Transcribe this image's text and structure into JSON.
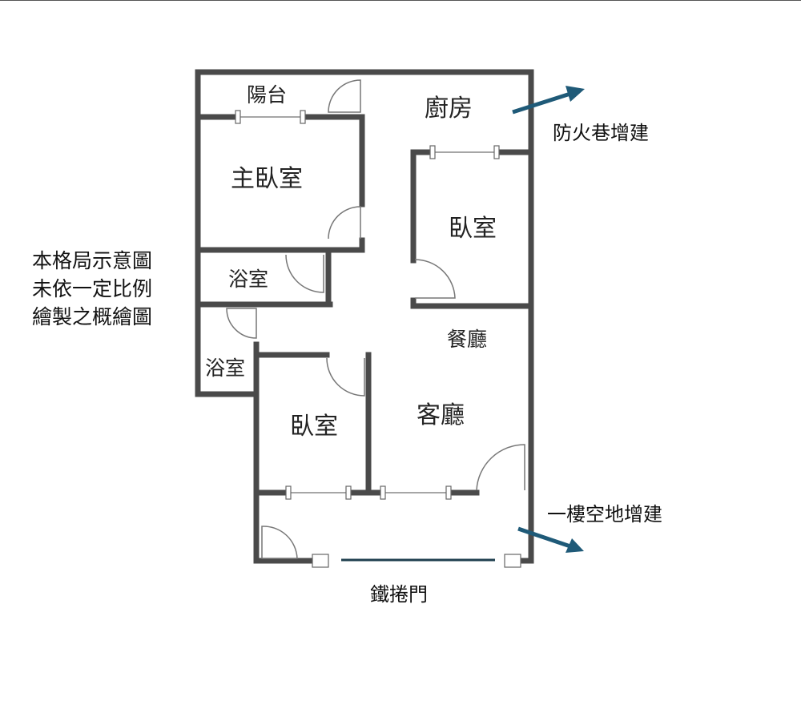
{
  "rooms": {
    "balcony": "陽台",
    "kitchen": "廚房",
    "master_bedroom": "主臥室",
    "bedroom_right": "臥室",
    "bathroom_1": "浴室",
    "bathroom_2": "浴室",
    "dining": "餐廳",
    "living": "客廳",
    "bedroom_lower": "臥室"
  },
  "note": [
    "本格局示意圖",
    "未依一定比例",
    "繪製之概繪圖"
  ],
  "annotations": {
    "fire_lane": "防火巷增建",
    "ground_floor": "一樓空地增建",
    "rolling_door": "鐵捲門"
  },
  "colors": {
    "wall": "#4a4a4a",
    "arrow": "#1f5a78"
  }
}
